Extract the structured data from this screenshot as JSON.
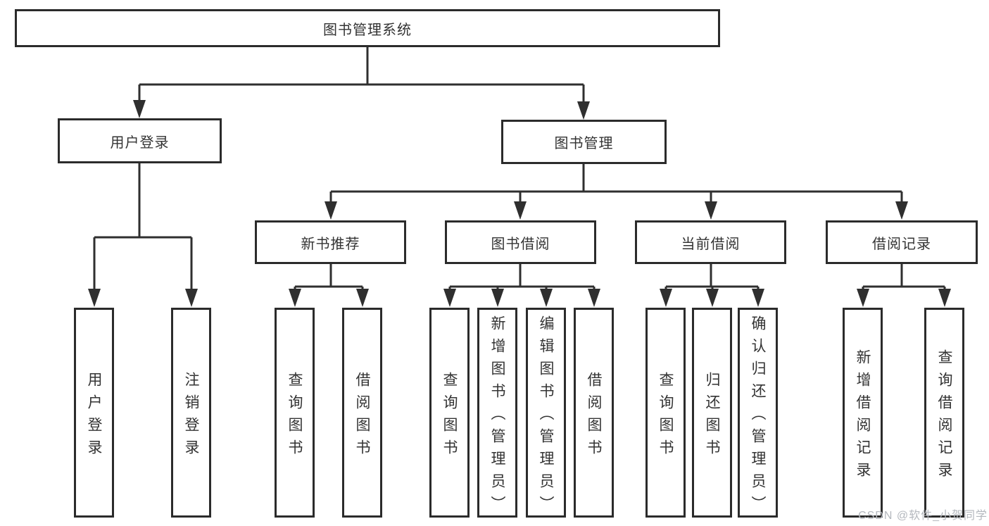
{
  "tree": {
    "root": "图书管理系统",
    "children": [
      {
        "label": "用户登录",
        "children": [
          {
            "label": "用户登录"
          },
          {
            "label": "注销登录"
          }
        ]
      },
      {
        "label": "图书管理",
        "children": [
          {
            "label": "新书推荐",
            "children": [
              {
                "label": "查询图书"
              },
              {
                "label": "借阅图书"
              }
            ]
          },
          {
            "label": "图书借阅",
            "children": [
              {
                "label": "查询图书"
              },
              {
                "label": "新增图书（管理员）"
              },
              {
                "label": "编辑图书（管理员）"
              },
              {
                "label": "借阅图书"
              }
            ]
          },
          {
            "label": "当前借阅",
            "children": [
              {
                "label": "查询图书"
              },
              {
                "label": "归还图书"
              },
              {
                "label": "确认归还（管理员）"
              }
            ]
          },
          {
            "label": "借阅记录",
            "children": [
              {
                "label": "新增借阅记录"
              },
              {
                "label": "查询借阅记录"
              }
            ]
          }
        ]
      }
    ]
  },
  "watermark": {
    "text": "CSDN @软件_小贺同学"
  },
  "colors": {
    "line": "#2f2f2f",
    "box_border": "#2b2b2b",
    "box_bg": "#ffffff",
    "text": "#333333",
    "watermark": "#b4b8be"
  }
}
